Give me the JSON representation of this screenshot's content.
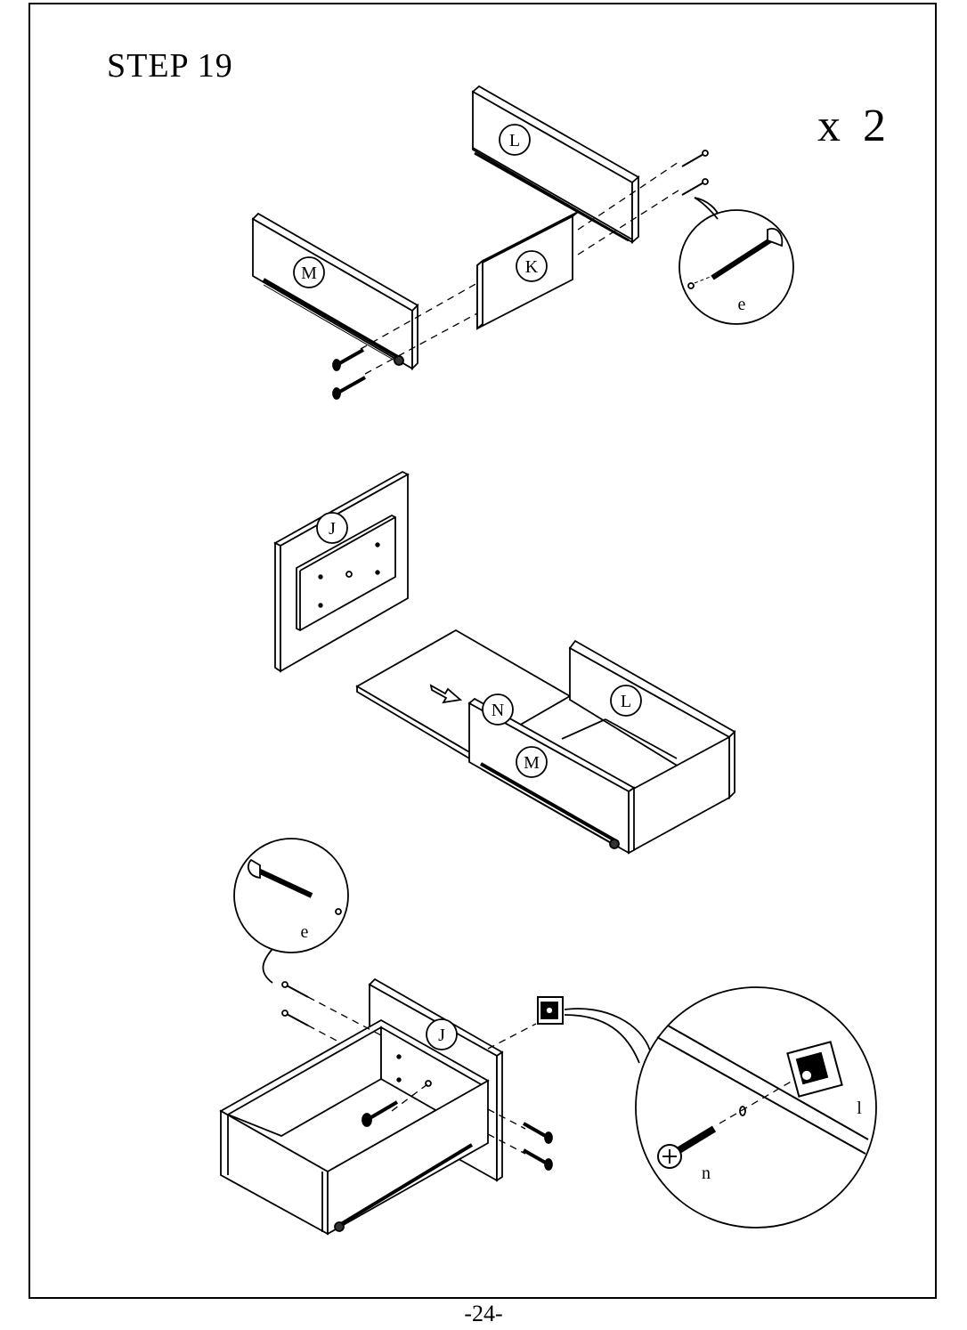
{
  "step_title": "STEP 19",
  "multiplier": "x 2",
  "page_number": "-24-",
  "part_labels": {
    "L_top": "L",
    "K": "K",
    "M_top": "M",
    "J_mid": "J",
    "N": "N",
    "L_mid": "L",
    "M_mid": "M",
    "J_bottom": "J"
  },
  "hardware_labels": {
    "screw_e_top": "e",
    "screw_e_bottom": "e",
    "knob_l": "l",
    "screw_n": "n"
  }
}
